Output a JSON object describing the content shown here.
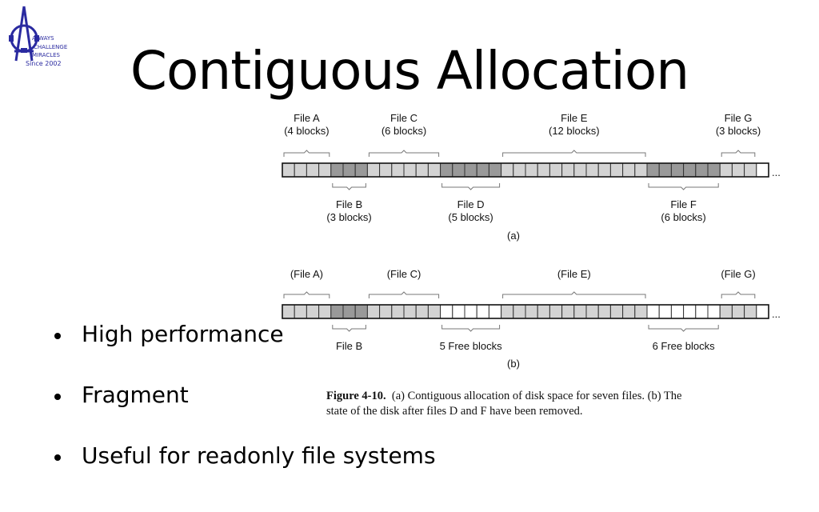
{
  "slide": {
    "title": "Contiguous Allocation",
    "logo": {
      "text_lines": [
        "ALWAYS",
        "CHALLENGE",
        "MIRACLES",
        "Since 2002"
      ],
      "icon": "gear-tower-logo-icon",
      "color": "#2a2aa0"
    },
    "bullets": [
      {
        "text": "High performance"
      },
      {
        "text": "Fragment"
      },
      {
        "text": "Useful for readonly file systems"
      }
    ]
  },
  "figure": {
    "caption_label": "Figure 4-10.",
    "caption_line1": "(a) Contiguous allocation of disk space for seven files. (b) The",
    "caption_line2": "state of the disk after files D and F have been removed.",
    "ellipsis": "...",
    "colors": {
      "light": "#d3d3d3",
      "dark": "#999999",
      "free": "#ffffff"
    },
    "part_a": {
      "label": "(a)",
      "segments": [
        {
          "blocks": 4,
          "shade": "light",
          "label1": "File A",
          "label2": "(4 blocks)",
          "pos": "top"
        },
        {
          "blocks": 3,
          "shade": "dark",
          "label1": "File B",
          "label2": "(3 blocks)",
          "pos": "bottom"
        },
        {
          "blocks": 6,
          "shade": "light",
          "label1": "File C",
          "label2": "(6 blocks)",
          "pos": "top"
        },
        {
          "blocks": 5,
          "shade": "dark",
          "label1": "File D",
          "label2": "(5 blocks)",
          "pos": "bottom"
        },
        {
          "blocks": 12,
          "shade": "light",
          "label1": "File E",
          "label2": "(12 blocks)",
          "pos": "top"
        },
        {
          "blocks": 6,
          "shade": "dark",
          "label1": "File F",
          "label2": "(6 blocks)",
          "pos": "bottom"
        },
        {
          "blocks": 3,
          "shade": "light",
          "label1": "File G",
          "label2": "(3 blocks)",
          "pos": "top"
        },
        {
          "blocks": 1,
          "shade": "free",
          "label1": "",
          "label2": "",
          "pos": "none"
        }
      ]
    },
    "part_b": {
      "label": "(b)",
      "segments": [
        {
          "blocks": 4,
          "shade": "light",
          "label1": "(File A)",
          "label2": "",
          "pos": "top"
        },
        {
          "blocks": 3,
          "shade": "dark",
          "label1": "File B",
          "label2": "",
          "pos": "bottom"
        },
        {
          "blocks": 6,
          "shade": "light",
          "label1": "(File C)",
          "label2": "",
          "pos": "top"
        },
        {
          "blocks": 5,
          "shade": "free",
          "label1": "5 Free blocks",
          "label2": "",
          "pos": "bottom"
        },
        {
          "blocks": 12,
          "shade": "light",
          "label1": "(File E)",
          "label2": "",
          "pos": "top"
        },
        {
          "blocks": 6,
          "shade": "free",
          "label1": "6 Free blocks",
          "label2": "",
          "pos": "bottom"
        },
        {
          "blocks": 3,
          "shade": "light",
          "label1": "(File G)",
          "label2": "",
          "pos": "top"
        },
        {
          "blocks": 1,
          "shade": "free",
          "label1": "",
          "label2": "",
          "pos": "none"
        }
      ]
    }
  }
}
